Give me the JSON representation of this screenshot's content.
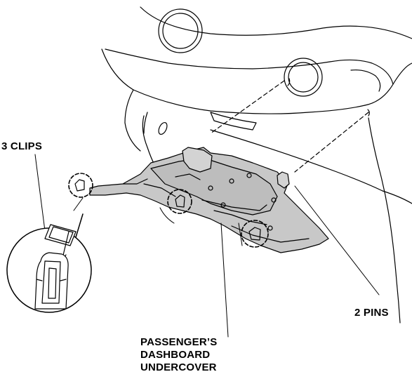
{
  "labels": {
    "clips": "3 CLIPS",
    "pins": "2 PINS",
    "cover_line1": "PASSENGER’S",
    "cover_line2": "DASHBOARD",
    "cover_line3": "UNDERCOVER"
  },
  "colors": {
    "line": "#000000",
    "part_fill": "#c8c8c8",
    "background": "#ffffff"
  }
}
